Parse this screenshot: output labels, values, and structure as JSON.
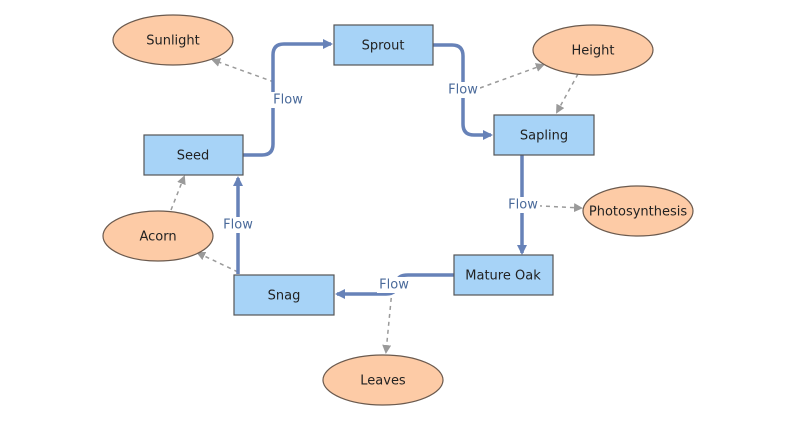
{
  "colors": {
    "box_fill": "#a7d3f7",
    "box_stroke": "#555555",
    "ellipse_fill": "#fdcba6",
    "ellipse_stroke": "#6b5a4e",
    "flow_edge": "#6782b8",
    "dashed_edge": "#9a9a9a",
    "flow_label": "#4a6a9a"
  },
  "nodes": {
    "sprout": {
      "label": "Sprout"
    },
    "sapling": {
      "label": "Sapling"
    },
    "mature_oak": {
      "label": "Mature Oak"
    },
    "snag": {
      "label": "Snag"
    },
    "seed": {
      "label": "Seed"
    },
    "sunlight": {
      "label": "Sunlight"
    },
    "height": {
      "label": "Height"
    },
    "photosynthesis": {
      "label": "Photosynthesis"
    },
    "leaves": {
      "label": "Leaves"
    },
    "acorn": {
      "label": "Acorn"
    }
  },
  "edge_labels": {
    "seed_sprout": "Flow",
    "sprout_sapling": "Flow",
    "sapling_mature": "Flow",
    "mature_snag": "Flow",
    "snag_seed": "Flow"
  }
}
